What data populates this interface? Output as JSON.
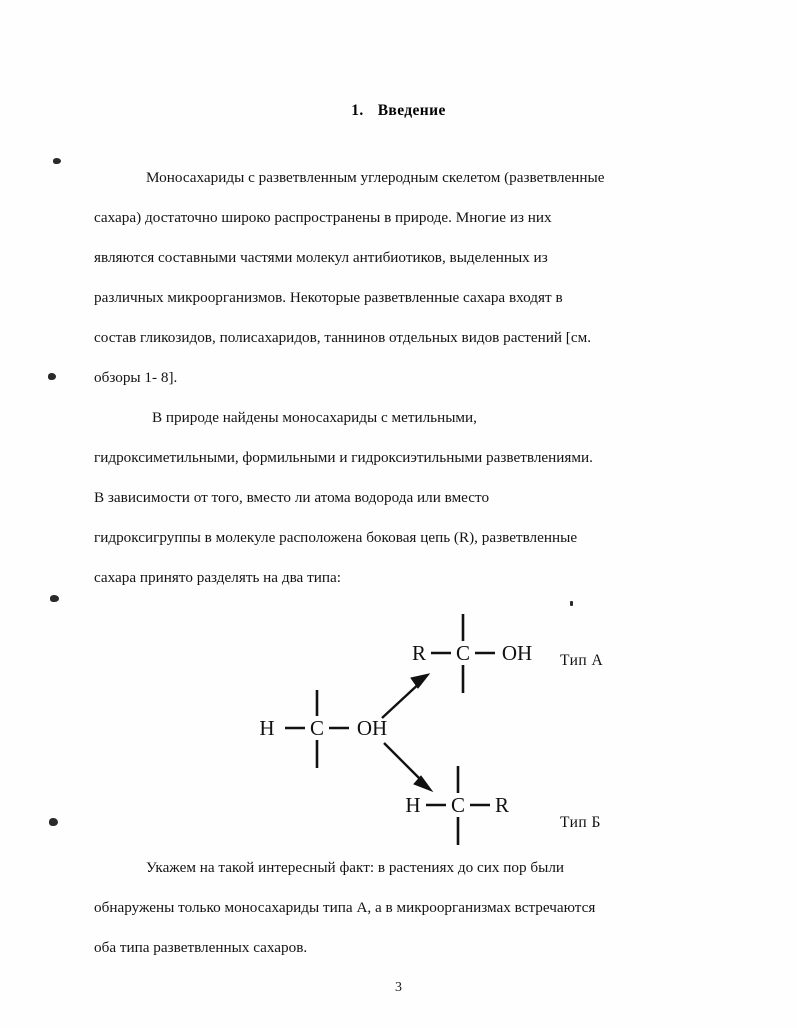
{
  "document": {
    "heading": {
      "number": "1.",
      "title": "Введение"
    },
    "page_number": "3",
    "paragraphs": [
      {
        "id": "para1",
        "lines": [
          "Моносахариды с разветвленным углеродным скелетом (разветвленные",
          "сахара) достаточно широко распространены в природе. Многие из них",
          "являются составными частями молекул антибиотиков, выделенных из",
          "различных микроорганизмов. Некоторые разветвленные сахара входят в",
          "состав гликозидов, полисахаридов, таннинов отдельных видов растений [см.",
          "обзоры 1- 8]."
        ]
      },
      {
        "id": "para2",
        "lines": [
          "В природе найдены моносахариды с метильными,",
          "гидроксиметильными, формильными и гидроксиэтильными разветвлениями.",
          "В зависимости от того, вместо ли атома водорода или вместо",
          "гидроксигруппы в молекуле расположена боковая цепь (R), разветвленные",
          "сахара принято разделять на два типа:"
        ]
      },
      {
        "id": "para3",
        "lines": [
          "Укажем на такой интересный факт: в растениях до сих пор были",
          "обнаружены только моносахариды типа А, а в микроорганизмах встречаются",
          "оба типа разветвленных сахаров."
        ]
      }
    ],
    "scheme": {
      "parent": {
        "left_label": "H",
        "center_label": "C",
        "right_label": "OH"
      },
      "type_a": {
        "left_label": "R",
        "center_label": "C",
        "right_label": "OH",
        "caption": "Тип А"
      },
      "type_b": {
        "left_label": "H",
        "center_label": "C",
        "right_label": "R",
        "caption": "Тип Б"
      }
    },
    "colors": {
      "ink": "#141414",
      "paper": "#fefefe"
    }
  }
}
